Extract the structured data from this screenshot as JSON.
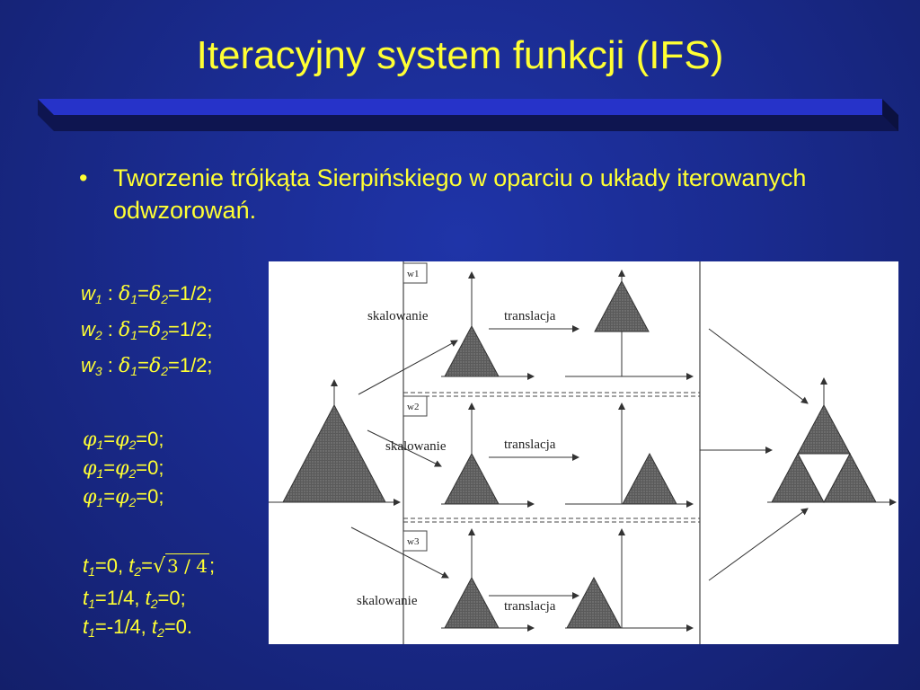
{
  "slide": {
    "title": "Iteracyjny system funkcji (IFS)",
    "bullet": "Tworzenie trójkąta Sierpińskiego w oparciu o układy iterowanych odwzorowań.",
    "scaling": [
      {
        "w": "w",
        "wi": "1",
        "d": "δ",
        "d1": "1",
        "d2": "2",
        "val": "=1/2;"
      },
      {
        "w": "w",
        "wi": "2",
        "d": "δ",
        "d1": "1",
        "d2": "2",
        "val": "=1/2;"
      },
      {
        "w": "w",
        "wi": "3",
        "d": "δ",
        "d1": "1",
        "d2": "2",
        "val": "=1/2;"
      }
    ],
    "rotation": [
      {
        "p": "φ",
        "i1": "1",
        "i2": "2",
        "val": "=0;"
      },
      {
        "p": "φ",
        "i1": "1",
        "i2": "2",
        "val": "=0;"
      },
      {
        "p": "φ",
        "i1": "1",
        "i2": "2",
        "val": "=0;"
      }
    ],
    "translation": [
      {
        "t1": "=0, ",
        "t2": "=",
        "radicand": "3 / 4",
        "end": ";"
      },
      {
        "t1": "=1/4, ",
        "t2": "=0;"
      },
      {
        "t1": "=-1/4, ",
        "t2": "=0."
      }
    ]
  },
  "figure": {
    "rows": [
      {
        "tag": "w1",
        "scale_label": "skalowanie",
        "translate_label": "translacja"
      },
      {
        "tag": "w2",
        "scale_label": "skalowanie",
        "translate_label": "translacja"
      },
      {
        "tag": "w3",
        "scale_label": "skalowanie",
        "translate_label": "translacja"
      }
    ],
    "colors": {
      "background": "#ffffff",
      "triangle": "#555555",
      "lines": "#333333"
    }
  },
  "colors": {
    "text": "#ffff33",
    "background": "#1a2b8f"
  }
}
